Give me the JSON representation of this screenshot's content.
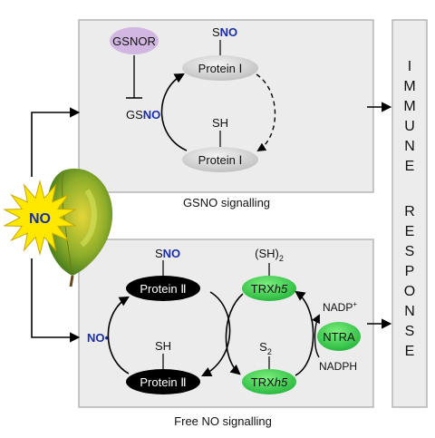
{
  "panels": {
    "gsno": {
      "caption": "GSNO signalling",
      "enzyme": "GSNOR",
      "donor_prefix": "GS",
      "donor_suffix": "NO",
      "protein_top": "Protein Ⅰ",
      "protein_bottom": "Protein Ⅰ",
      "top_prefix": "S",
      "top_suffix": "NO",
      "bottom_group": "SH"
    },
    "free_no": {
      "caption": "Free NO signalling",
      "radical": "NO•",
      "protein_top": "Protein Ⅱ",
      "protein_bottom": "Protein Ⅱ",
      "top_prefix": "S",
      "top_suffix": "NO",
      "bottom_group": "SH",
      "trx_top_prefix": "TRX",
      "trx_top_suffix": "h5",
      "trx_bottom_prefix": "TRX",
      "trx_bottom_suffix": "h5",
      "trx_top_group": "(SH)",
      "trx_top_sub": "2",
      "trx_bottom_group": "S",
      "trx_bottom_sub": "2",
      "ntra": "NTRA",
      "nadp_prefix": "NADP",
      "nadp_sup": "+",
      "nadph": "NADPH"
    }
  },
  "no_burst": "NO",
  "immune": "IMMUNE",
  "response": "RESPONSE",
  "colors": {
    "panel_bg": "#ececec",
    "panel_border": "#b5b5b5",
    "gsnor_fill": "#d2b6e2",
    "protein_grey": "#d4d4d4",
    "protein_black": "#000000",
    "trx_green": "#3ad24a",
    "no_blue": "#1a2ea8",
    "burst_yellow": "#ffe800"
  },
  "icons": {
    "leaf": "leaf-icon",
    "burst": "starburst-icon"
  }
}
